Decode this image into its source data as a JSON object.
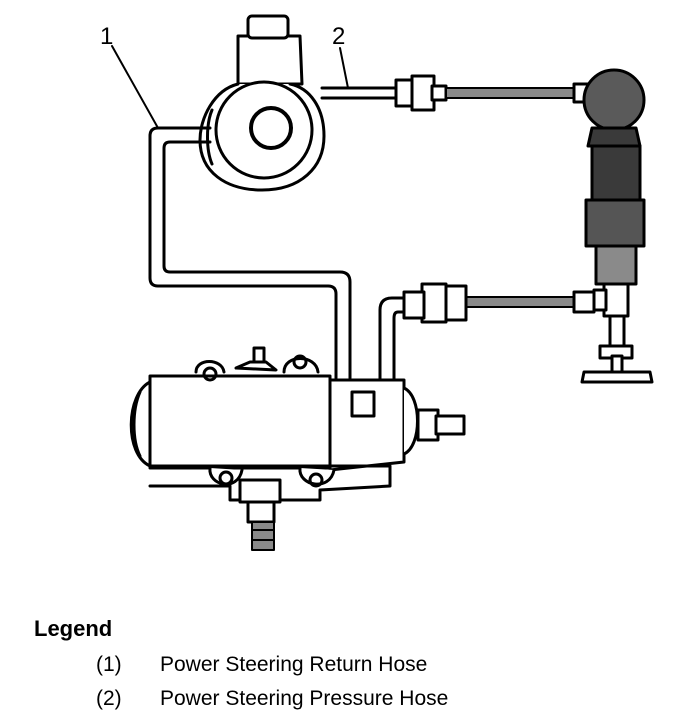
{
  "diagram": {
    "callouts": [
      {
        "id": "1",
        "label": "1"
      },
      {
        "id": "2",
        "label": "2"
      }
    ],
    "colors": {
      "line": "#000000",
      "background": "#ffffff",
      "shade": "#8a8a8a",
      "dark": "#3a3a3a"
    }
  },
  "legend": {
    "title": "Legend",
    "items": [
      {
        "number": "(1)",
        "text": "Power Steering Return Hose"
      },
      {
        "number": "(2)",
        "text": "Power Steering Pressure Hose"
      }
    ]
  }
}
